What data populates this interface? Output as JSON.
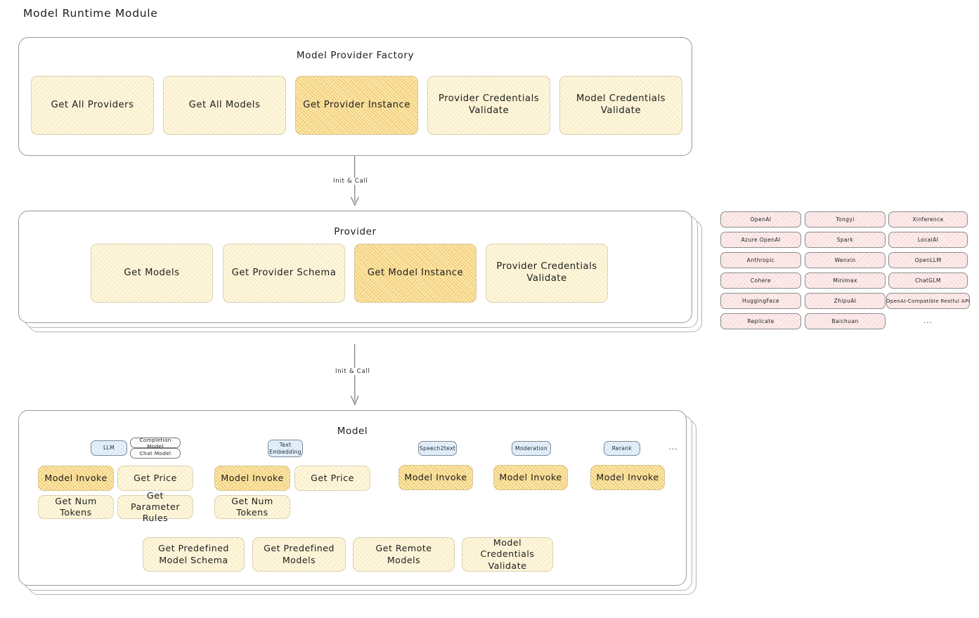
{
  "page": {
    "title": "Model Runtime Module",
    "background": "#ffffff",
    "accent_yellow": "#fdf8e4",
    "accent_yellow_strong": "#fbe9b4",
    "accent_pink": "#fdeeee",
    "accent_blue": "#e8f2fb"
  },
  "factory": {
    "title": "Model Provider Factory",
    "items": [
      {
        "label": "Get All Providers",
        "highlighted": false
      },
      {
        "label": "Get All Models",
        "highlighted": false
      },
      {
        "label": "Get Provider Instance",
        "highlighted": true
      },
      {
        "label": "Provider Credentials Validate",
        "highlighted": false
      },
      {
        "label": "Model Credentials Validate",
        "highlighted": false
      }
    ]
  },
  "arrow1": {
    "label": "Init & Call"
  },
  "provider": {
    "title": "Provider",
    "items": [
      {
        "label": "Get Models",
        "highlighted": false
      },
      {
        "label": "Get Provider Schema",
        "highlighted": false
      },
      {
        "label": "Get Model Instance",
        "highlighted": true
      },
      {
        "label": "Provider Credentials Validate",
        "highlighted": false
      }
    ]
  },
  "provider_list": {
    "column1": [
      "OpenAI",
      "Azure OpenAI",
      "Anthropic",
      "Cohere",
      "HuggingFace",
      "Replicate"
    ],
    "column2": [
      "Tongyi",
      "Spark",
      "Wenxin",
      "Minimax",
      "ZhipuAI",
      "Baichuan"
    ],
    "column3": [
      "Xinference",
      "LocalAI",
      "OpenLLM",
      "ChatGLM",
      "OpenAI-Compatible Restful API"
    ],
    "more": "..."
  },
  "arrow2": {
    "label": "Init & Call"
  },
  "model": {
    "title": "Model",
    "more": "...",
    "types": [
      {
        "name": "LLM",
        "sub_labels": [
          "Completion Model",
          "Chat Model"
        ],
        "features": [
          {
            "label": "Model Invoke",
            "highlighted": true
          },
          {
            "label": "Get Price",
            "highlighted": false
          },
          {
            "label": "Get Num Tokens",
            "highlighted": false
          },
          {
            "label": "Get Parameter Rules",
            "highlighted": false
          }
        ]
      },
      {
        "name": "Text Embedding",
        "sub_labels": [],
        "features": [
          {
            "label": "Model Invoke",
            "highlighted": true
          },
          {
            "label": "Get Price",
            "highlighted": false
          },
          {
            "label": "Get Num Tokens",
            "highlighted": false
          }
        ]
      },
      {
        "name": "Speech2text",
        "sub_labels": [],
        "features": [
          {
            "label": "Model Invoke",
            "highlighted": true
          }
        ]
      },
      {
        "name": "Moderation",
        "sub_labels": [],
        "features": [
          {
            "label": "Model Invoke",
            "highlighted": true
          }
        ]
      },
      {
        "name": "Rerank",
        "sub_labels": [],
        "features": [
          {
            "label": "Model Invoke",
            "highlighted": true
          }
        ]
      }
    ],
    "shared_features": [
      "Get Predefined Model Schema",
      "Get Predefined Models",
      "Get Remote Models",
      "Model Credentials Validate"
    ]
  }
}
